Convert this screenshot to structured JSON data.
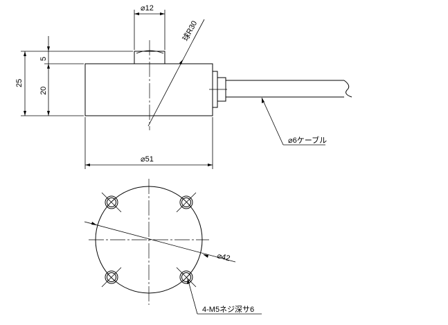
{
  "labels": {
    "dia12": "⌀12",
    "sphere_r30": "球R30",
    "dim5": "5",
    "dim25": "25",
    "dim20": "20",
    "cable": "⌀6ケーブル",
    "dia51": "⌀51",
    "dia42": "⌀42",
    "thread": "4-M5ネジ深サ6"
  }
}
